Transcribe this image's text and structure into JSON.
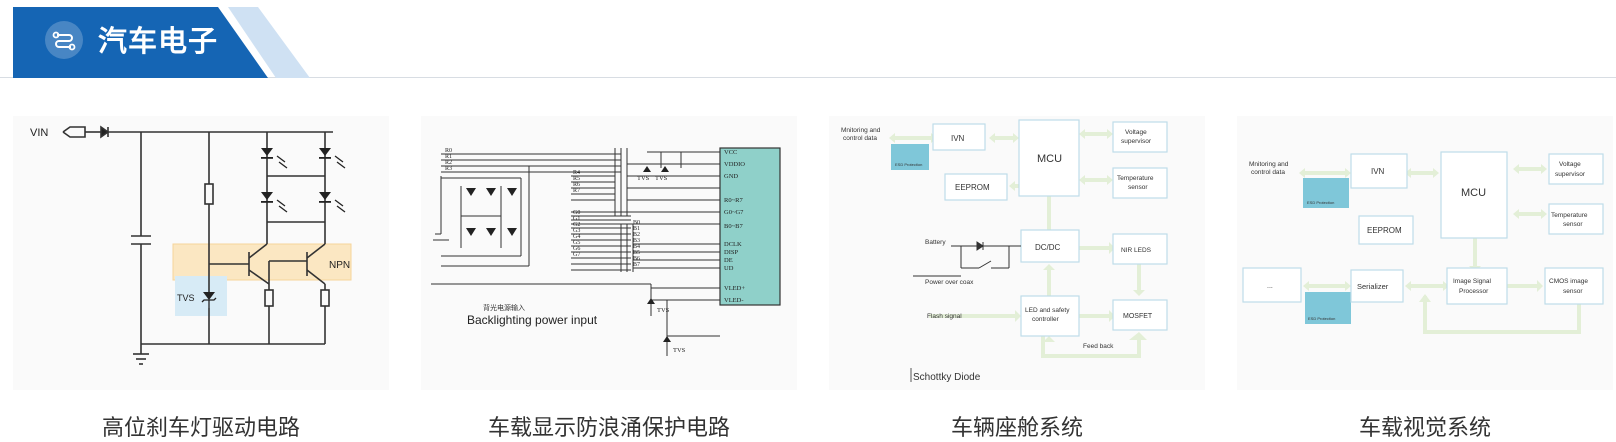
{
  "header": {
    "title": "汽车电子",
    "accent_color": "#1565b4"
  },
  "cards": [
    {
      "caption": "高位刹车灯驱动电路",
      "labels": {
        "vin": "VIN",
        "tvs": "TVS",
        "npn": "NPN"
      }
    },
    {
      "caption": "车载显示防浪涌保护电路",
      "labels": {
        "vcc": "VCC",
        "vddio": "VDDIO",
        "gnd": "GND",
        "r_bus": "R0~R7",
        "g_bus": "G0~G7",
        "b_bus": "B0~B7",
        "dclk": "DCLK",
        "disp": "DISP",
        "de": "DE",
        "ud": "UD",
        "vled_p": "VLED+",
        "vled_m": "VLED-",
        "tvs": "TVS",
        "tvs_b": "TVS",
        "tvs_c": "TVS",
        "tvs_d": "TVS",
        "note_cn": "背光电源输入",
        "note_en": "Backlighting power input"
      }
    },
    {
      "caption": "车辆座舱系统",
      "labels": {
        "monitoring_1": "Mnitoring and",
        "monitoring_2": "control data",
        "esd": "ESD Protection",
        "ivn": "IVN",
        "mcu": "MCU",
        "voltage_1": "Voltage",
        "voltage_2": "supervisor",
        "eeprom": "EEPROM",
        "temp_1": "Temperature",
        "temp_2": "sensor",
        "battery": "Battery",
        "dcdc": "DC/DC",
        "nir": "NIR LEDS",
        "poc": "Power over coax",
        "flash": "Flash signal",
        "led_1": "LED and safety",
        "led_2": "controller",
        "mosfet": "MOSFET",
        "feedback": "Feed back",
        "schottky": "Schottky Diode"
      }
    },
    {
      "caption": "车载视觉系统",
      "labels": {
        "monitoring_1": "Mnitoring and",
        "monitoring_2": "control data",
        "esd": "ESD Protection",
        "ivn": "IVN",
        "mcu": "MCU",
        "voltage_1": "Voltage",
        "voltage_2": "supervisor",
        "eeprom": "EEPROM",
        "temp_1": "Temperature",
        "temp_2": "sensor",
        "dots": "...",
        "serializer": "Serializer",
        "isp_1": "Image Signal",
        "isp_2": "Processor",
        "cmos_1": "CMOS image",
        "cmos_2": "sensor",
        "esd_b": "ESD Protection"
      }
    }
  ]
}
